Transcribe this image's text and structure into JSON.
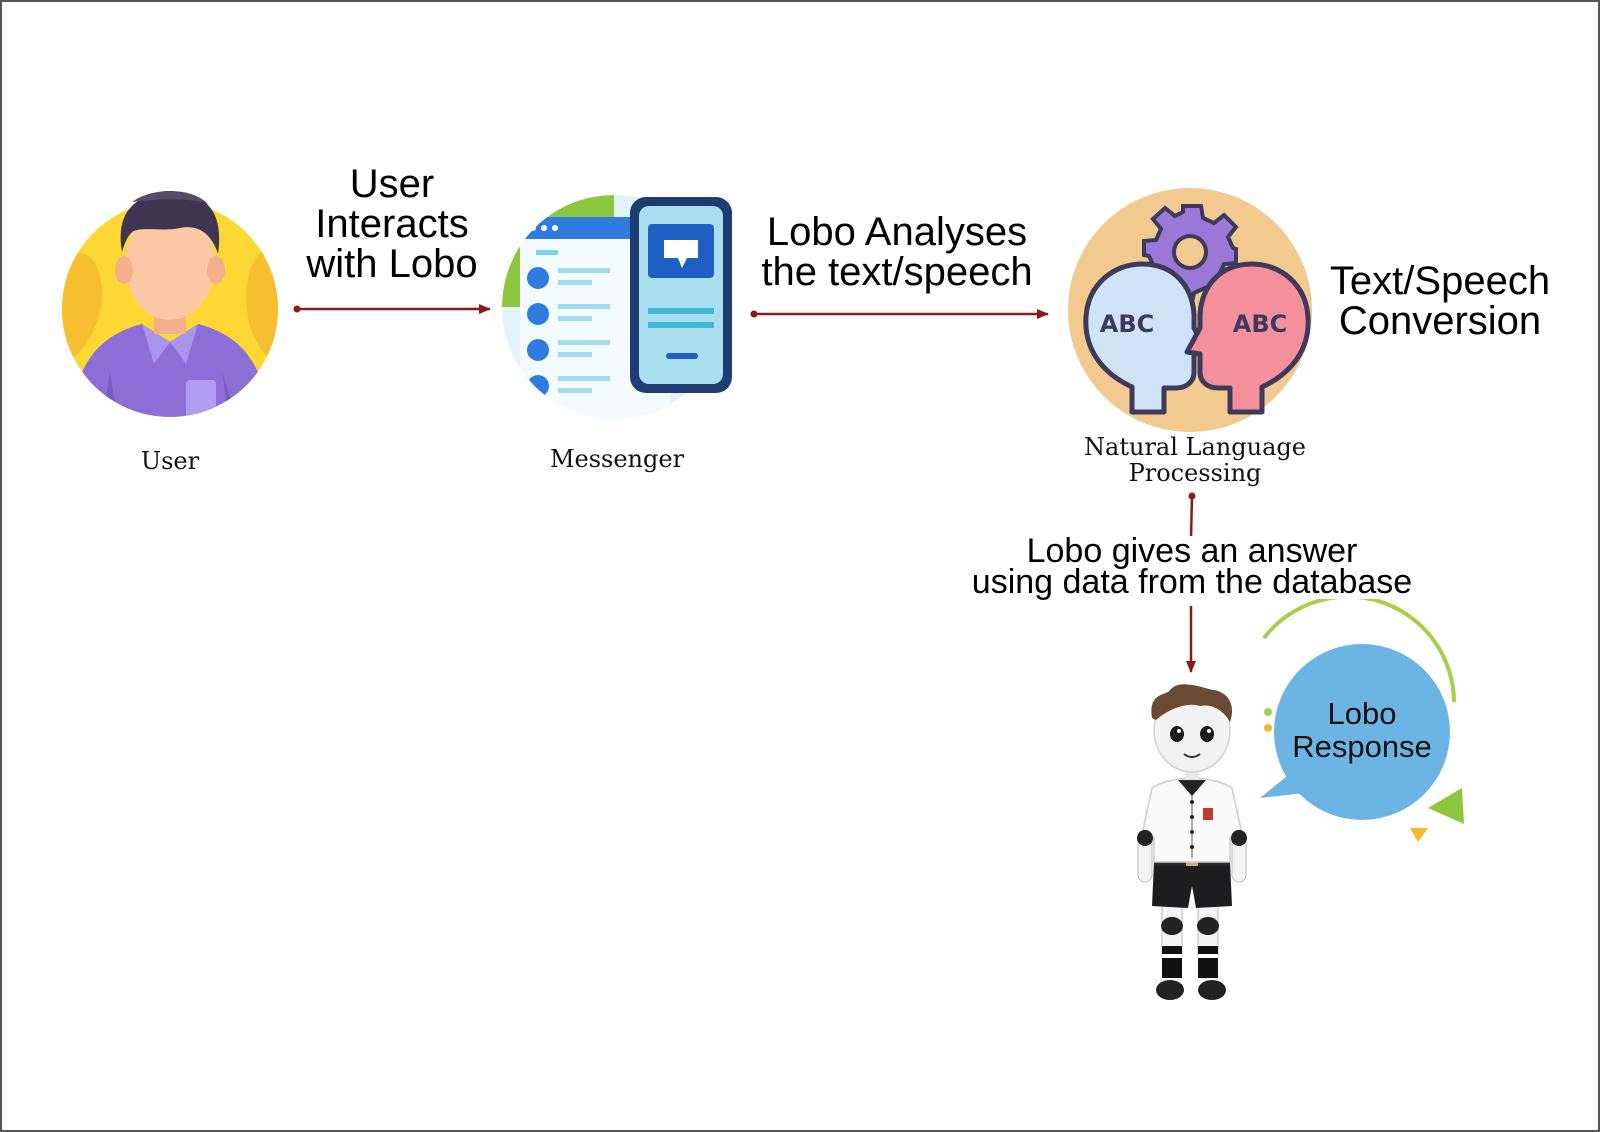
{
  "nodes": {
    "user": {
      "caption": "User"
    },
    "messenger": {
      "caption": "Messenger"
    },
    "nlp": {
      "caption_lines": [
        "Natural Language",
        "Processing"
      ],
      "head_left_text": "ABC",
      "head_right_text": "ABC"
    },
    "lobo_response": {
      "bubble_lines": [
        "Lobo",
        "Response"
      ]
    }
  },
  "edges": {
    "user_to_messenger": {
      "label_lines": [
        "User",
        "Interacts",
        "with Lobo"
      ]
    },
    "messenger_to_nlp": {
      "label_lines": [
        "Lobo Analyses",
        "the text/speech"
      ]
    },
    "nlp_side_label": {
      "label_lines": [
        "Text/Speech",
        "Conversion"
      ]
    },
    "nlp_to_response": {
      "label_lines": [
        "Lobo gives an answer",
        "using data from the database"
      ]
    }
  },
  "colors": {
    "arrow": "#8b1a1a",
    "user_bg": "#fdd835",
    "user_shirt": "#8c6fd6",
    "messenger_bg": "#e3f3fa",
    "messenger_accent": "#8dc63f",
    "phone_frame": "#1f3d73",
    "nlp_bg": "#f2c98e",
    "head_left": "#cfe3f7",
    "head_right": "#f4909c",
    "bubble": "#6cb4e4"
  },
  "icons": [
    "user-avatar-icon",
    "messenger-app-icon",
    "speech-bubble-icon",
    "gear-icon",
    "head-profile-icon",
    "robot-character-icon"
  ]
}
